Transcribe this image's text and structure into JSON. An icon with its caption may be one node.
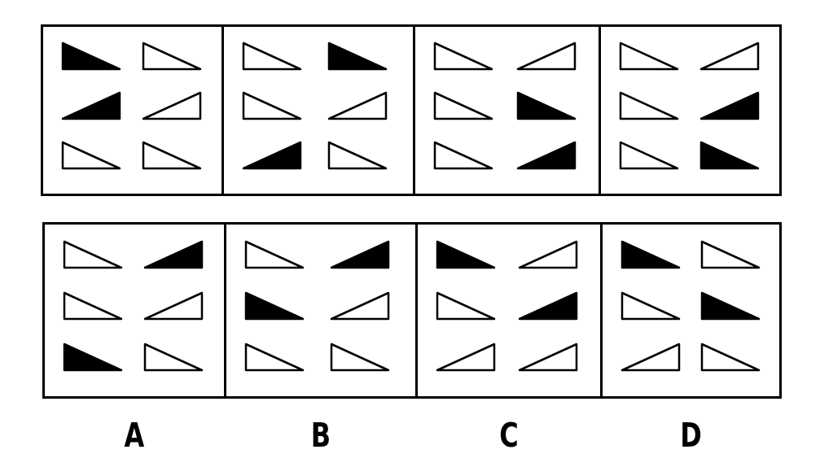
{
  "diagram": {
    "nodes": [
      {
        "text": [],
        "shape": "box"
      },
      {
        "text": [],
        "shape": "box"
      },
      {
        "text": [],
        "shape": "box"
      },
      {
        "text": [],
        "shape": "box"
      },
      {
        "text": [
          "A"
        ]
      },
      {
        "text": [
          "B"
        ]
      },
      {
        "text": [
          "C"
        ]
      },
      {
        "text": [
          "D"
        ]
      }
    ]
  }
}
